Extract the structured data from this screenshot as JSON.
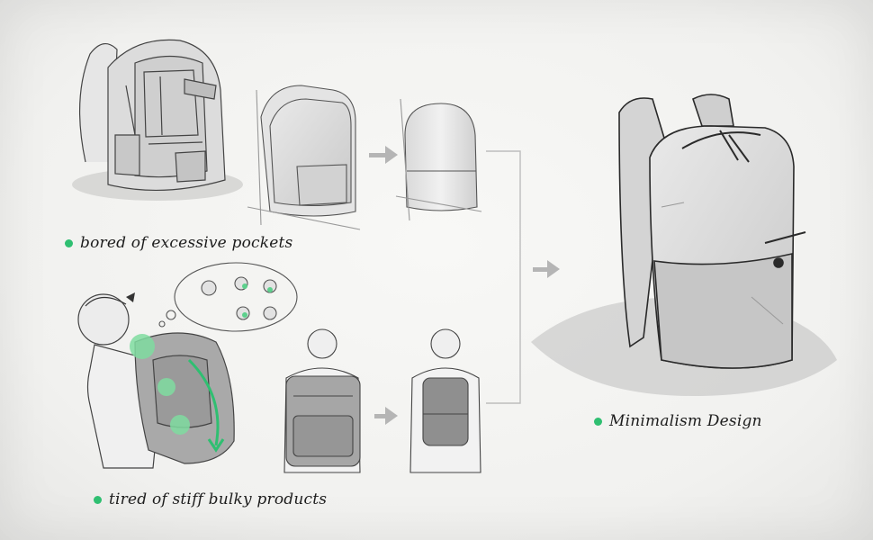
{
  "accent_color": "#2fbf71",
  "captions": {
    "pockets": "bored of excessive pockets",
    "bulky": "tired of stiff bulky products",
    "minimal": "Minimalism Design"
  }
}
